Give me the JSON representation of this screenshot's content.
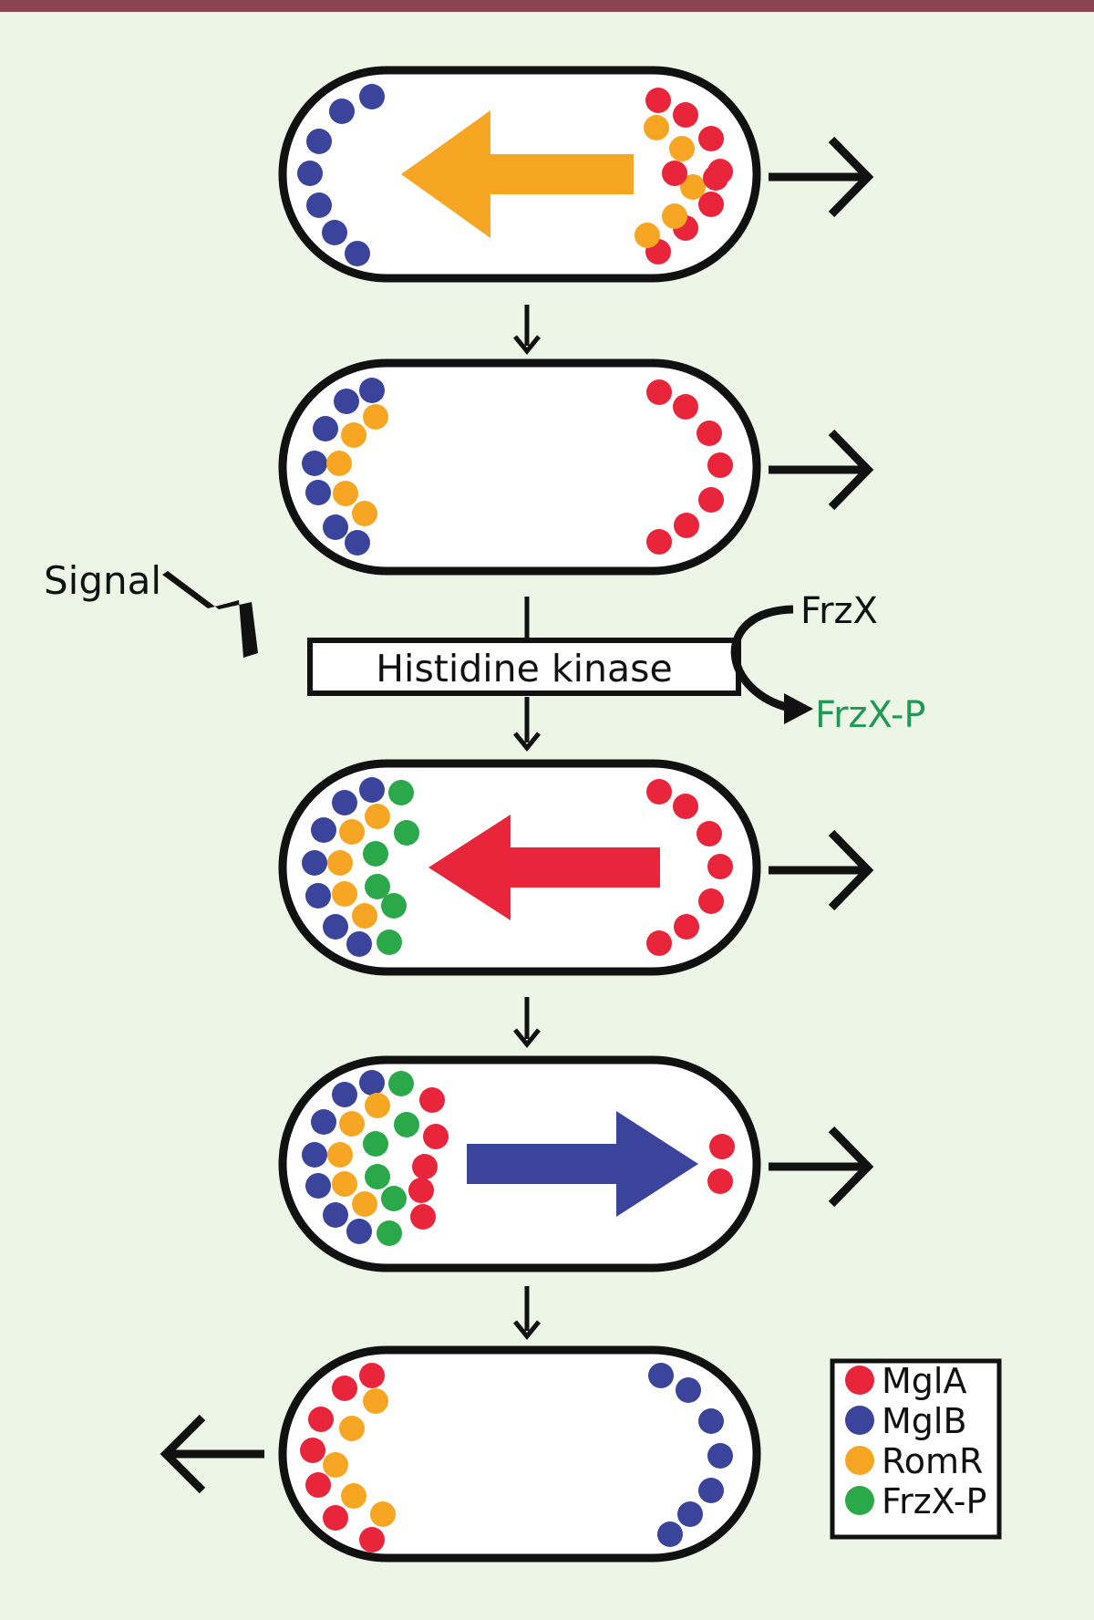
{
  "colors": {
    "background": "#edf5e6",
    "top_band": "#8b4452",
    "mgla": "#e8253a",
    "mglb": "#3a449a",
    "romr": "#f6a623",
    "frzx_p": "#2aa84a",
    "frzx_p_text": "#1e9a55",
    "outline": "#111111"
  },
  "labels": {
    "signal": "Signal",
    "histidine_kinase": "Histidine kinase",
    "frzx": "FrzX",
    "frzx_p": "FrzX-P"
  },
  "legend": [
    {
      "label": "MglA",
      "color_key": "mgla"
    },
    {
      "label": "MglB",
      "color_key": "mglb"
    },
    {
      "label": "RomR",
      "color_key": "romr"
    },
    {
      "label": "FrzX-P",
      "color_key": "frzx_p"
    }
  ],
  "cells": [
    {
      "name": "cell-1",
      "motion": "right",
      "inner_arrow": "left",
      "inner_arrow_color": "romr"
    },
    {
      "name": "cell-2",
      "motion": "right",
      "inner_arrow": "none"
    },
    {
      "name": "cell-3",
      "motion": "right",
      "inner_arrow": "left",
      "inner_arrow_color": "mgla"
    },
    {
      "name": "cell-4",
      "motion": "right",
      "inner_arrow": "right",
      "inner_arrow_color": "mglb"
    },
    {
      "name": "cell-5",
      "motion": "left",
      "inner_arrow": "none"
    }
  ],
  "icons": {
    "signal": "lightning-bolt-icon",
    "motion": "open-arrow-icon",
    "flow": "down-arrow-icon"
  }
}
